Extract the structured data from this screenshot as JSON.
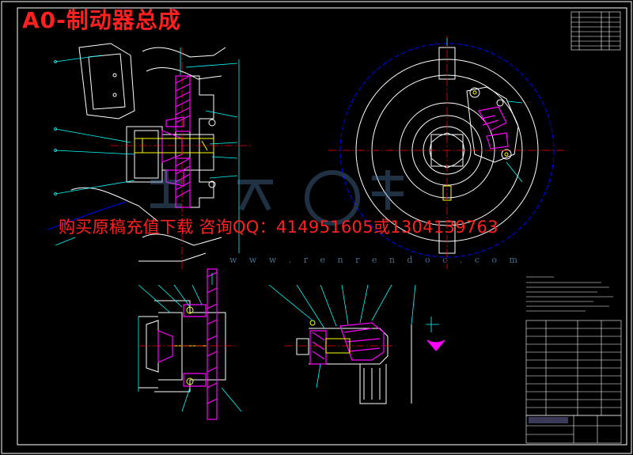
{
  "drawing": {
    "title": "A0-制动器总成",
    "promo": "购买原稿充值下载 咨询QQ：414951605或1304139763",
    "watermark_url": "w w w . r e n r e n d o c . c o m"
  },
  "colors": {
    "background": "#000000",
    "border": "#ffffff",
    "outline": "#ffffff",
    "dim": "#00ffff",
    "hatch": "#ff00ff",
    "center": "#ff0000",
    "leader": "#0000ff",
    "accent": "#ffff00",
    "title_red": "#ff2020"
  }
}
